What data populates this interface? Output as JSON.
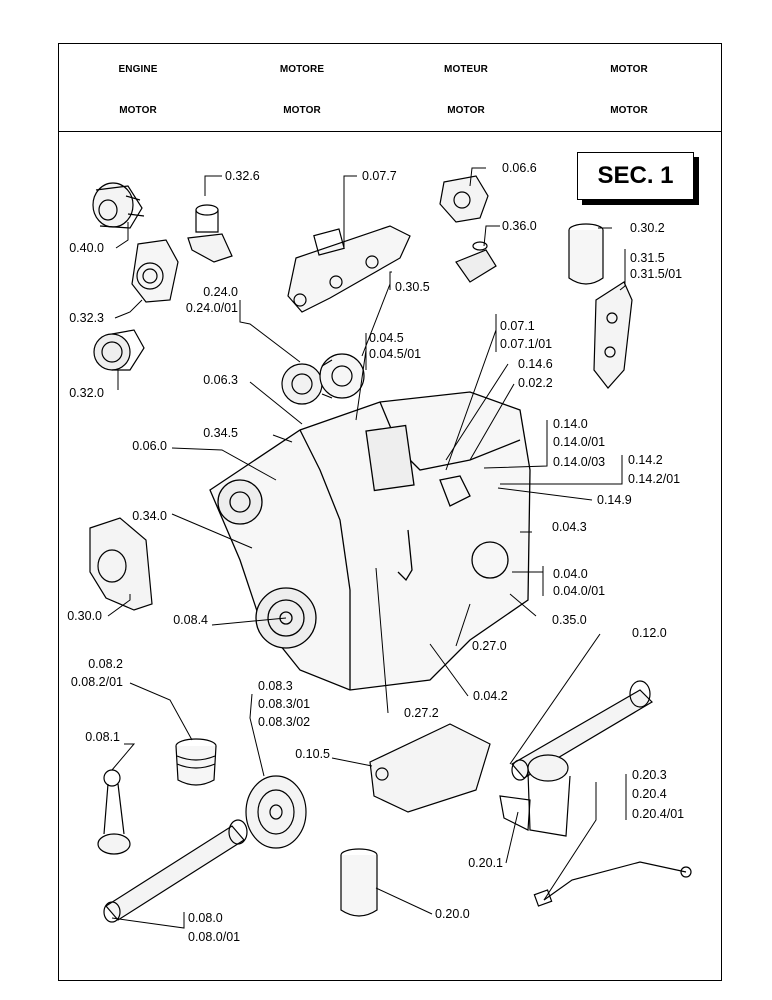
{
  "header": {
    "row1": [
      "ENGINE",
      "MOTORE",
      "MOTEUR",
      "MOTOR"
    ],
    "row2": [
      "MOTOR",
      "MOTOR",
      "MOTOR",
      "MOTOR"
    ]
  },
  "section_label": "SEC. 1",
  "callouts": {
    "c0326": "0.32.6",
    "c0077": "0.07.7",
    "c0066": "0.06.6",
    "c0360": "0.36.0",
    "c0302": "0.30.2",
    "c0315": "0.31.5",
    "c031501": "0.31.5/01",
    "c0400": "0.40.0",
    "c0323": "0.32.3",
    "c0240": "0.24.0",
    "c024001": "0.24.0/01",
    "c0305": "0.30.5",
    "c0045": "0.04.5",
    "c004501": "0.04.5/01",
    "c0071": "0.07.1",
    "c007101": "0.07.1/01",
    "c0146": "0.14.6",
    "c0022": "0.02.2",
    "c0320": "0.32.0",
    "c0063": "0.06.3",
    "c0345": "0.34.5",
    "c0060": "0.06.0",
    "c0140": "0.14.0",
    "c014001": "0.14.0/01",
    "c014003": "0.14.0/03",
    "c0142": "0.14.2",
    "c014201": "0.14.2/01",
    "c0149": "0.14.9",
    "c0340": "0.34.0",
    "c0043": "0.04.3",
    "c0040": "0.04.0",
    "c004001": "0.04.0/01",
    "c0300": "0.30.0",
    "c0084": "0.08.4",
    "c0350": "0.35.0",
    "c0270": "0.27.0",
    "c0120": "0.12.0",
    "c0082": "0.08.2",
    "c008201": "0.08.2/01",
    "c0083": "0.08.3",
    "c008301": "0.08.3/01",
    "c008302": "0.08.3/02",
    "c0042": "0.04.2",
    "c0272": "0.27.2",
    "c0081": "0.08.1",
    "c0105": "0.10.5",
    "c0203": "0.20.3",
    "c0204": "0.20.4",
    "c020401": "0.20.4/01",
    "c0201": "0.20.1",
    "c0080": "0.08.0",
    "c008001": "0.08.0/01",
    "c0200": "0.20.0"
  }
}
